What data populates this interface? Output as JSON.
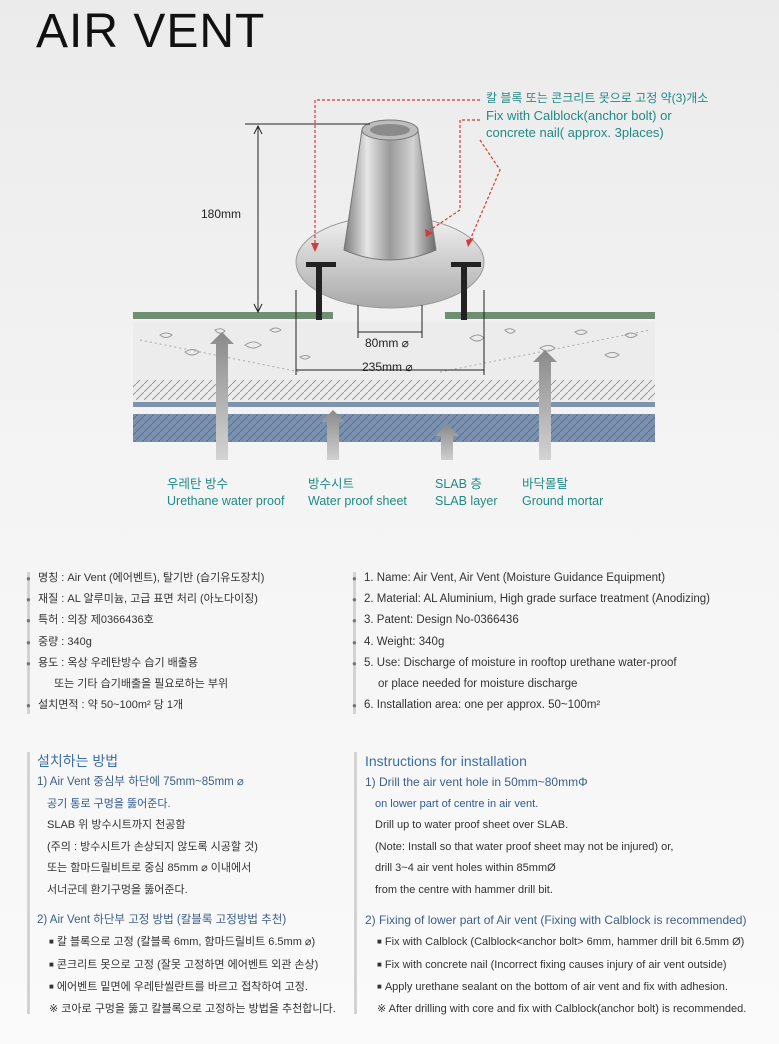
{
  "title": "AIR VENT",
  "callout": {
    "ko": "칼 블록 또는 콘크리트 못으로 고정 약(3)개소",
    "en1": "Fix with Calblock(anchor bolt) or",
    "en2": "concrete nail( approx. 3places)"
  },
  "dims": {
    "height": "180mm",
    "inner": "80mm ⌀",
    "outer": "235mm ⌀"
  },
  "layers": [
    {
      "ko": "우레탄 방수",
      "en": "Urethane water proof"
    },
    {
      "ko": "방수시트",
      "en": "Water proof sheet"
    },
    {
      "ko": "SLAB 층",
      "en": "SLAB layer"
    },
    {
      "ko": "바닥몰탈",
      "en": "Ground mortar"
    }
  ],
  "specs_ko": [
    "명칭 : Air Vent (에어벤트), 탈기반 (습기유도장치)",
    "재질 : AL 알루미늄, 고급 표면 처리 (아노다이징)",
    "특허 : 의장 제0366436호",
    "중량 : 340g",
    "용도 : 옥상 우레탄방수 습기 배출용",
    "또는 기타 습기배출을 필요로하는 부위",
    "설치면적 : 약 50~100m² 당 1개"
  ],
  "specs_en": [
    "1. Name: Air Vent, Air Vent (Moisture Guidance Equipment)",
    "2. Material: AL Aluminium, High grade surface treatment (Anodizing)",
    "3. Patent: Design No-0366436",
    "4. Weight: 340g",
    "5. Use: Discharge of moisture in rooftop urethane water-proof",
    "or place needed for moisture discharge",
    "6. Installation area: one per approx. 50~100m²"
  ],
  "install_ko": {
    "heading": "설치하는 방법",
    "step1_title": "1) Air Vent 중심부 하단에 75mm~85mm ⌀",
    "step1_lines": [
      "공기 통로 구멍을 뚫어준다.",
      "SLAB 위 방수시트까지 천공함",
      "(주의 : 방수시트가 손상되지 않도록 시공할 것)",
      "또는 함마드릴비트로 중심 85mm ⌀ 이내에서",
      "서너군데 환기구멍을 뚫어준다."
    ],
    "step2_title": "2) Air Vent 하단부 고정 방법 (칼블록 고정방법 추천)",
    "step2_lines": [
      "칼 블록으로 고정 (칼블록 6mm, 함마드릴비트 6.5mm ⌀)",
      "콘크리트 못으로 고정 (잘못 고정하면 에어벤트 외관 손상)",
      "에어벤트 밑면에 우레탄씰란트를 바르고 접착하여 고정.",
      "※ 코아로 구멍을 뚫고 칼블록으로 고정하는 방법을 추천합니다."
    ]
  },
  "install_en": {
    "heading": "Instructions for installation",
    "step1_title": "1) Drill the air vent hole in 50mm~80mmΦ",
    "step1_lines": [
      "on lower part of centre in air vent.",
      "Drill up to water proof sheet over SLAB.",
      "(Note: Install so that water proof sheet may not be injured) or,",
      "drill 3~4 air vent holes within 85mmØ",
      "from the centre with hammer drill bit."
    ],
    "step2_title": "2) Fixing of lower part of Air vent (Fixing with Calblock is recommended)",
    "step2_lines": [
      "Fix with Calblock (Calblock<anchor bolt> 6mm, hammer drill bit 6.5mm Ø)",
      "Fix with concrete nail (Incorrect fixing causes injury of air vent outside)",
      "Apply urethane sealant on the bottom of air vent and fix with adhesion.",
      "※ After drilling with core and fix with Calblock(anchor bolt) is recommended."
    ]
  },
  "colors": {
    "teal": "#1f8a86",
    "blue_heading": "#3b6fa8",
    "green_layer": "#6e8f72",
    "slab_blue": "#6f86a6",
    "arrow_red": "#d23b3b"
  }
}
